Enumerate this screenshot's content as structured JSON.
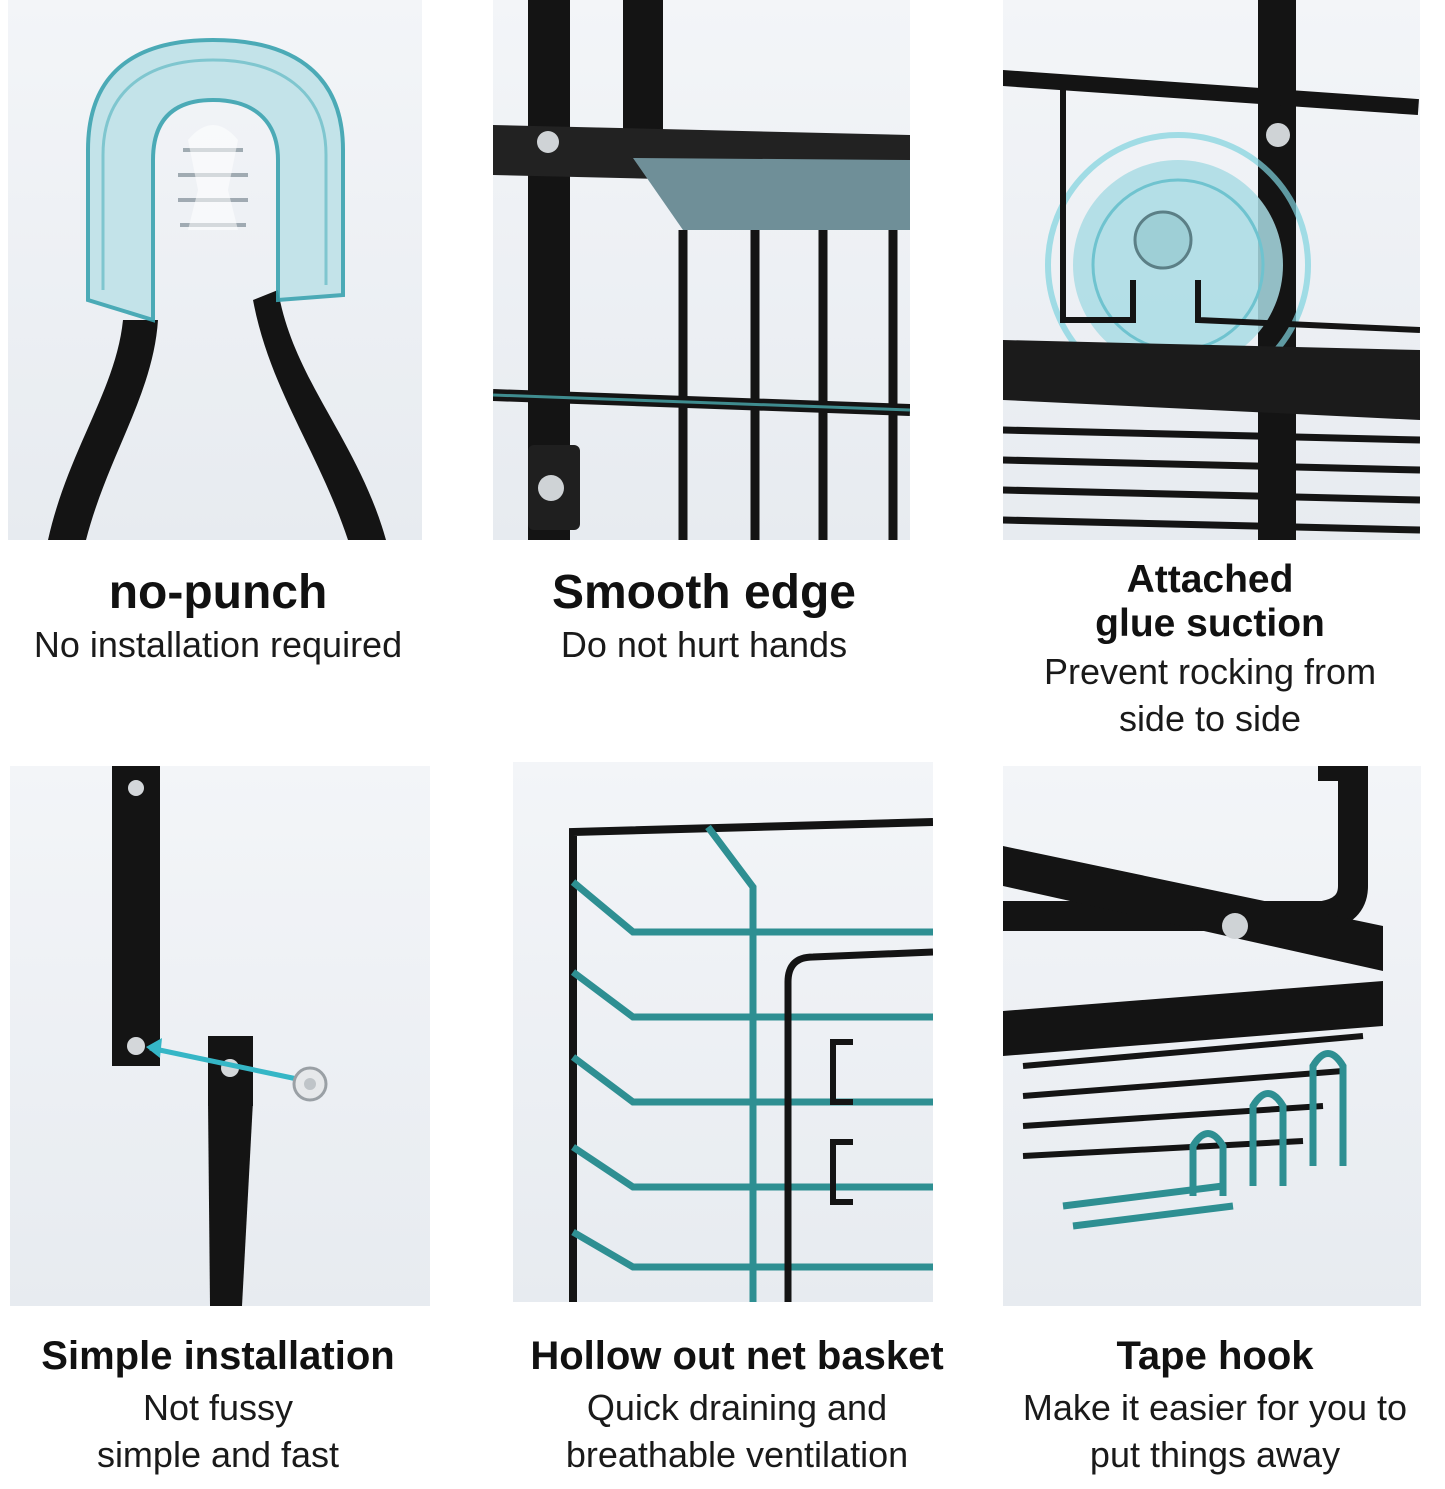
{
  "colors": {
    "metal": "#141414",
    "accent": "#2e8f92",
    "background": "#ffffff"
  },
  "features": [
    {
      "title": "no-punch",
      "subtitle_lines": [
        "No installation required"
      ]
    },
    {
      "title": "Smooth edge",
      "subtitle_lines": [
        "Do not hurt hands"
      ]
    },
    {
      "title_lines": [
        "Attached",
        "glue suction"
      ],
      "subtitle_lines": [
        "Prevent rocking from",
        "side to side"
      ]
    },
    {
      "title": "Simple installation",
      "subtitle_lines": [
        "Not fussy",
        "simple and fast"
      ]
    },
    {
      "title": "Hollow out net basket",
      "subtitle_lines": [
        "Quick draining and",
        "breathable ventilation"
      ]
    },
    {
      "title": "Tape hook",
      "subtitle_lines": [
        "Make it easier for you to",
        "put things away"
      ]
    }
  ]
}
